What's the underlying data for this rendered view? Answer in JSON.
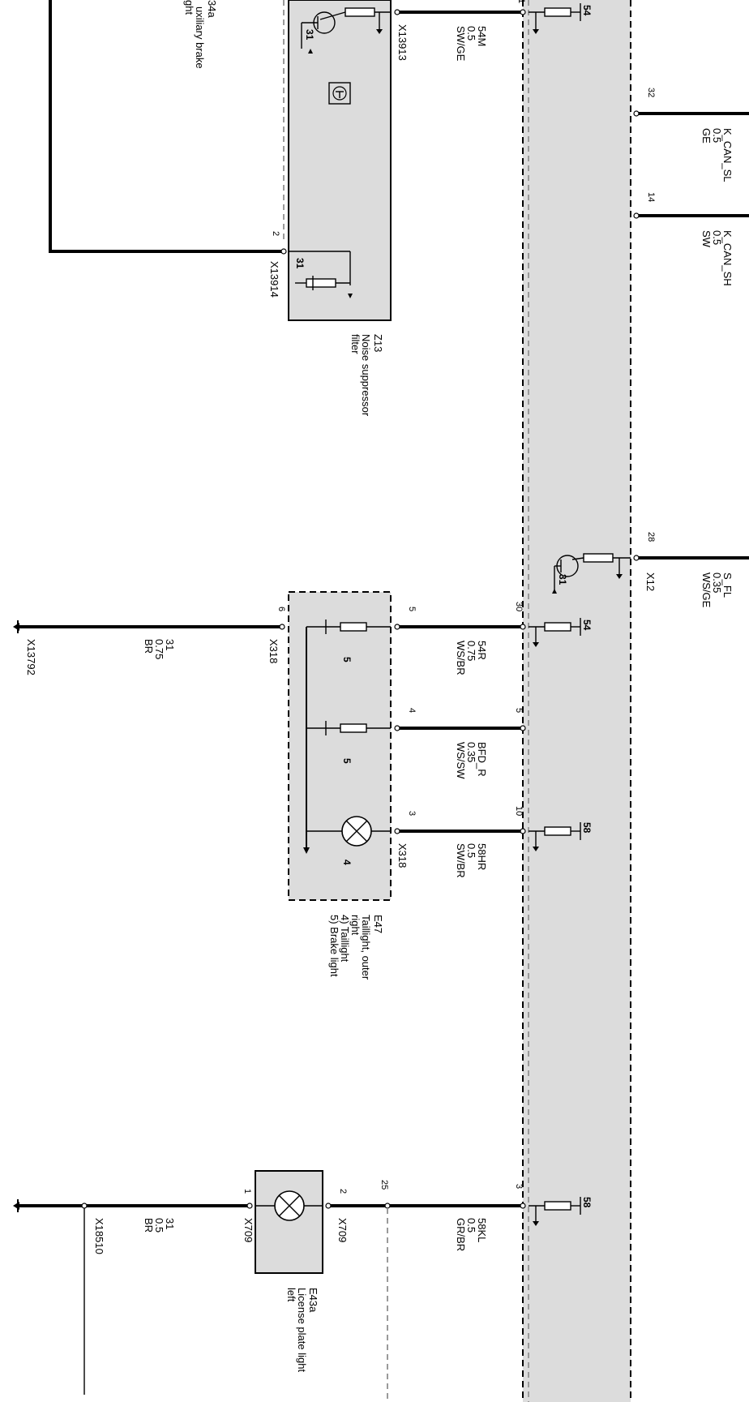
{
  "colors": {
    "module_fill": "#dcdcdc",
    "wire": "#000000",
    "dashed_border": "#9a9a9a"
  },
  "modules": {
    "z13": {
      "id": "Z13",
      "name": "Noise suppressor filter",
      "name_line1": "Noise suppressor",
      "name_line2": "filter"
    },
    "e47": {
      "id": "E47",
      "name_line1": "Taillight, outer",
      "name_line2": "right",
      "sub_4": "4) Taillight",
      "sub_5": "5) Brake light"
    },
    "e43a": {
      "id": "E43a",
      "name_line1": "License plate light",
      "name_line2": "left"
    },
    "partial_left": {
      "id_fragment": "34a",
      "name_line1": "uxiliary brake",
      "name_line2": "ght"
    }
  },
  "connectors": {
    "x13913": "X13913",
    "x13914": "X13914",
    "x12": "X12",
    "x318": "X318",
    "x13792": "X13792",
    "x709": "X709",
    "x18510": "X18510"
  },
  "wires": {
    "w54m": {
      "name": "54M",
      "size": "0.5",
      "color": "SW/GE"
    },
    "w_can_sl": {
      "name": "K_CAN_SL",
      "size": "0.5",
      "color": "GE"
    },
    "w_can_sh": {
      "name": "K_CAN_SH",
      "size": "0.5",
      "color": "SW"
    },
    "w_s_fl": {
      "name": "S_FL",
      "size": "0.35",
      "color": "WS/GE"
    },
    "w54r": {
      "name": "54R",
      "size": "0.75",
      "color": "WS/BR"
    },
    "w_bfd_r": {
      "name": "BFD_R",
      "size": "0.35",
      "color": "WS/SW"
    },
    "w58hr": {
      "name": "58HR",
      "size": "0.5",
      "color": "SW/BR"
    },
    "w31_a": {
      "name": "31",
      "size": "0.75",
      "color": "BR"
    },
    "w58kl": {
      "name": "58KL",
      "size": "0.5",
      "color": "GR/BR"
    },
    "w31_b": {
      "name": "31",
      "size": "0.5",
      "color": "BR"
    }
  },
  "pins": {
    "z13_top": "1",
    "z13_2": "2",
    "p32": "32",
    "p14": "14",
    "p28": "28",
    "p30": "30",
    "p5_right": "5",
    "p10": "10",
    "p3_right": "3",
    "e47_5": "5",
    "e47_4": "4",
    "e47_3": "3",
    "e47_6": "6",
    "e43_2": "2",
    "e43_1": "1",
    "p25": "25"
  },
  "terminals": {
    "t54_top": "54",
    "t31_a": "31",
    "t31_b": "31",
    "t31_c": "31",
    "t54_mid": "54",
    "t58_a": "58",
    "t58_b": "58",
    "int_5a": "5",
    "int_5b": "5",
    "int_4": "4"
  }
}
